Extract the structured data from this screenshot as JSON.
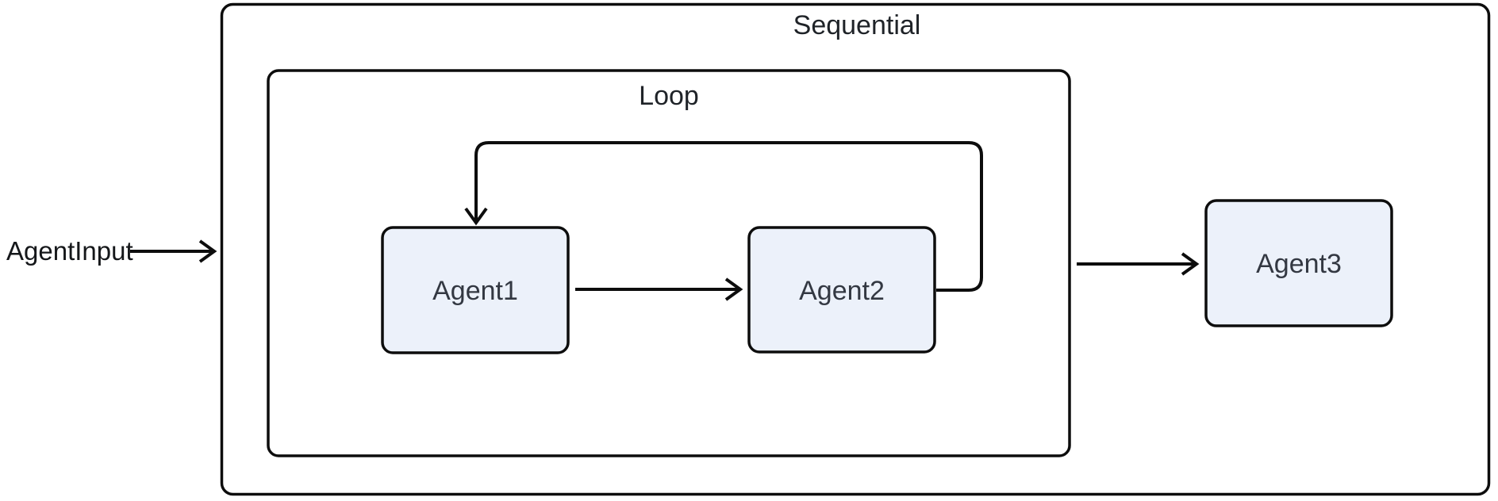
{
  "diagram": {
    "type": "flowchart",
    "direction": "left-to-right",
    "input": {
      "label": "AgentInput"
    },
    "containers": [
      {
        "id": "sequential",
        "label": "Sequential",
        "parent": null
      },
      {
        "id": "loop",
        "label": "Loop",
        "parent": "sequential"
      }
    ],
    "nodes": [
      {
        "id": "agent1",
        "label": "Agent1",
        "container": "loop"
      },
      {
        "id": "agent2",
        "label": "Agent2",
        "container": "loop"
      },
      {
        "id": "agent3",
        "label": "Agent3",
        "container": "sequential"
      }
    ],
    "edges": [
      {
        "from": "AgentInput",
        "to": "sequential",
        "style": "arrow"
      },
      {
        "from": "agent1",
        "to": "agent2",
        "style": "arrow"
      },
      {
        "from": "agent2",
        "to": "agent1",
        "style": "loop-back-arrow"
      },
      {
        "from": "loop",
        "to": "agent3",
        "style": "arrow"
      }
    ],
    "colors": {
      "background": "#ffffff",
      "node_fill": "#ECF1FA",
      "stroke": "#0d0d0d",
      "node_text": "#333842",
      "label_text": "#1f2328"
    }
  }
}
